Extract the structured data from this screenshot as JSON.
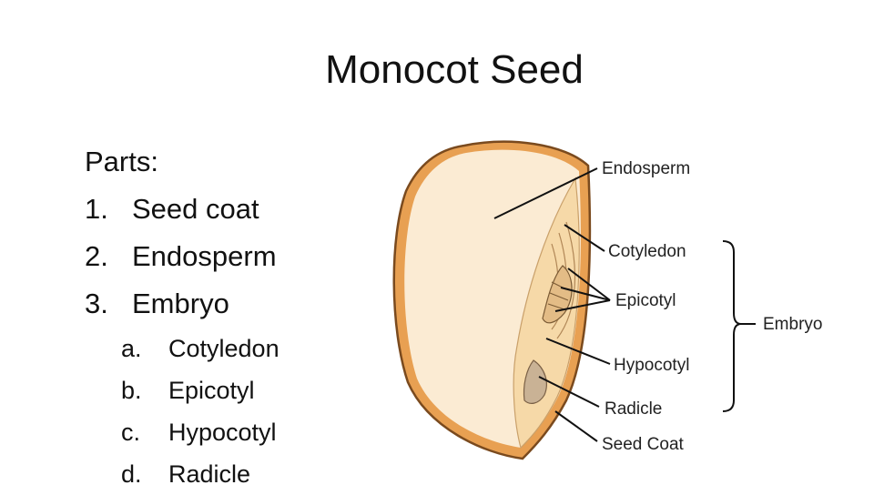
{
  "title": "Monocot Seed",
  "parts": {
    "heading": "Parts:",
    "items": [
      {
        "num": "1.",
        "label": "Seed coat"
      },
      {
        "num": "2.",
        "label": "Endosperm"
      },
      {
        "num": "3.",
        "label": "Embryo"
      }
    ],
    "embryo_subparts": [
      {
        "num": "a.",
        "label": "Cotyledon"
      },
      {
        "num": "b.",
        "label": "Epicotyl"
      },
      {
        "num": "c.",
        "label": "Hypocotyl"
      },
      {
        "num": "d.",
        "label": "Radicle"
      }
    ]
  },
  "diagram": {
    "labels": {
      "endosperm": "Endosperm",
      "cotyledon": "Cotyledon",
      "epicotyl": "Epicotyl",
      "hypocotyl": "Hypocotyl",
      "radicle": "Radicle",
      "seed_coat": "Seed Coat",
      "embryo": "Embryo"
    },
    "colors": {
      "seed_coat": "#E8A052",
      "seed_coat_outline": "#7A4A1E",
      "endosperm": "#FBEBD3",
      "embryo": "#F6D9A8",
      "line": "#111111"
    }
  }
}
